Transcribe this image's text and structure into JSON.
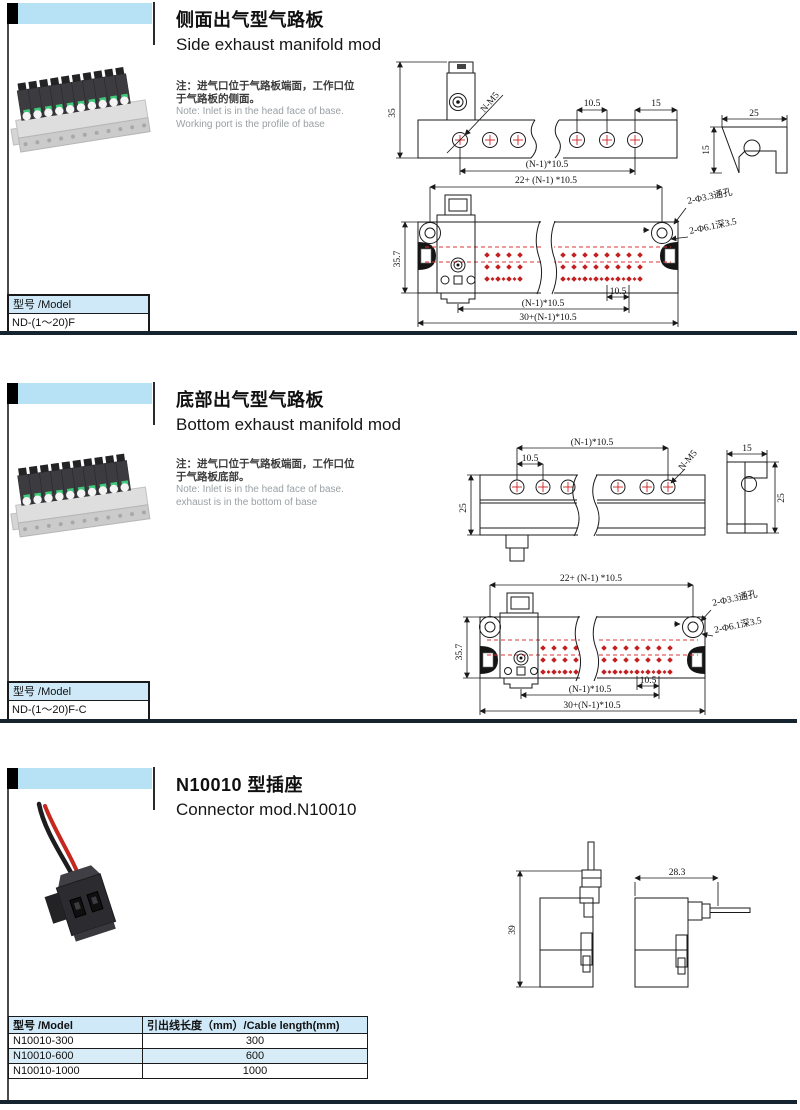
{
  "sections": {
    "side": {
      "title_cn": "侧面出气型气路板",
      "title_en": "Side exhaust manifold mod",
      "note_cn1": "注：进气口位于气路板端面，工作口位",
      "note_cn2": "于气路板的侧面。",
      "note_en1": "Note: Inlet is in the head face of base.",
      "note_en2": "Working port is the profile of base",
      "model_header": "型号 /Model",
      "model": "ND-(1～20)F",
      "top_drawing": {
        "h35": "35",
        "nm5": "N-M5",
        "p105": "10.5",
        "e15": "15",
        "pitch": "(N-1)*10.5",
        "sec_w": "25",
        "sec_h": "15"
      },
      "front_drawing": {
        "overall_top": "22+ (N-1) *10.5",
        "h357": "35.7",
        "hole1": "2-Φ3.3通孔",
        "hole2": "2-Φ6.1深3.5",
        "p105": "10.5",
        "pitch": "(N-1)*10.5",
        "overall_bottom": "30+(N-1)*10.5"
      }
    },
    "bottom": {
      "title_cn": "底部出气型气路板",
      "title_en": "Bottom exhaust manifold mod",
      "note_cn1": "注：进气口位于气路板端面，工作口位",
      "note_cn2": "于气路板底部。",
      "note_en1": "Note: Inlet is in the head face of base.",
      "note_en2": "exhaust is in the bottom of base",
      "model_header": "型号 /Model",
      "model": "ND-(1～20)F-C",
      "top_drawing": {
        "pitch": "(N-1)*10.5",
        "p105": "10.5",
        "h25": "25",
        "nm5": "N-M5",
        "sec_w": "15",
        "sec_h": "25"
      },
      "front_drawing": {
        "overall_top": "22+ (N-1) *10.5",
        "h357": "35.7",
        "hole1": "2-Φ3.3通孔",
        "hole2": "2-Φ6.1深3.5",
        "p105": "10.5",
        "pitch": "(N-1)*10.5",
        "overall_bottom": "30+(N-1)*10.5"
      }
    },
    "connector": {
      "title_cn": "N10010 型插座",
      "title_en": "Connector mod.N10010",
      "drawing": {
        "h39": "39",
        "w283": "28.3"
      },
      "table": {
        "col1": "型号 /Model",
        "col2": "引出线长度（mm）/Cable length(mm)",
        "rows": [
          {
            "model": "N10010-300",
            "len": "300"
          },
          {
            "model": "N10010-600",
            "len": "600"
          },
          {
            "model": "N10010-1000",
            "len": "1000"
          }
        ]
      }
    }
  },
  "colors": {
    "band_blue": "#b7e1f4",
    "table_blue": "#cfe9f8",
    "bar_dark": "#16242f",
    "drawing_red": "#cc2222"
  }
}
